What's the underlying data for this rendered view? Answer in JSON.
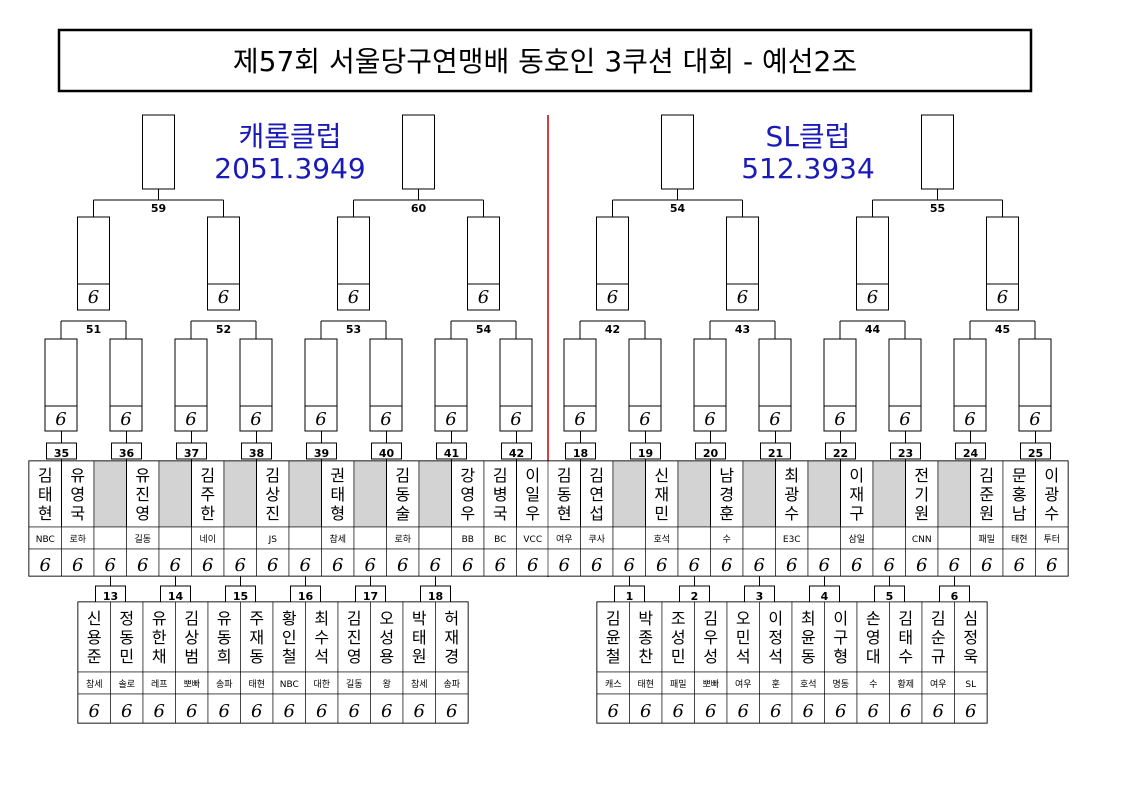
{
  "title": "제57회 서울당구연맹배 동호인 3쿠션 대회 - 예선2조",
  "clubs": [
    {
      "name": "캐롬클럽",
      "score": "2051.3949"
    },
    {
      "name": "SL클럽",
      "score": "512.3934"
    }
  ],
  "score_mark": "6",
  "left_top": {
    "round2_nums": [
      "59",
      "60"
    ],
    "round1_nums": [
      "51",
      "52",
      "53",
      "54"
    ]
  },
  "right_top": {
    "round2_nums": [
      "54",
      "55"
    ],
    "round1_nums": [
      "42",
      "43",
      "44",
      "45"
    ]
  },
  "middle_left": [
    {
      "num": "35",
      "a": {
        "name": "김태현",
        "aff": "NBC"
      },
      "b": {
        "name": "유영국",
        "aff": "로하"
      }
    },
    {
      "num": "36",
      "a": {
        "name": "",
        "aff": ""
      },
      "b": {
        "name": "유진영",
        "aff": "길동"
      }
    },
    {
      "num": "37",
      "a": {
        "name": "",
        "aff": ""
      },
      "b": {
        "name": "김주한",
        "aff": "네이"
      }
    },
    {
      "num": "38",
      "a": {
        "name": "",
        "aff": ""
      },
      "b": {
        "name": "김상진",
        "aff": "JS"
      }
    },
    {
      "num": "39",
      "a": {
        "name": "",
        "aff": ""
      },
      "b": {
        "name": "권태형",
        "aff": "참세"
      }
    },
    {
      "num": "40",
      "a": {
        "name": "",
        "aff": ""
      },
      "b": {
        "name": "김동술",
        "aff": "로하"
      }
    },
    {
      "num": "41",
      "a": {
        "name": "",
        "aff": ""
      },
      "b": {
        "name": "강영우",
        "aff": "BB"
      }
    },
    {
      "num": "42",
      "a": {
        "name": "김병국",
        "aff": "BC"
      },
      "b": {
        "name": "이일우",
        "aff": "VCC"
      }
    }
  ],
  "middle_right": [
    {
      "num": "18",
      "a": {
        "name": "김동현",
        "aff": "여우"
      },
      "b": {
        "name": "김연섭",
        "aff": "쿠사"
      }
    },
    {
      "num": "19",
      "a": {
        "name": "",
        "aff": ""
      },
      "b": {
        "name": "신재민",
        "aff": "호석"
      }
    },
    {
      "num": "20",
      "a": {
        "name": "",
        "aff": ""
      },
      "b": {
        "name": "남경훈",
        "aff": "수"
      }
    },
    {
      "num": "21",
      "a": {
        "name": "",
        "aff": ""
      },
      "b": {
        "name": "최광수",
        "aff": "E3C"
      }
    },
    {
      "num": "22",
      "a": {
        "name": "",
        "aff": ""
      },
      "b": {
        "name": "이재구",
        "aff": "삼일"
      }
    },
    {
      "num": "23",
      "a": {
        "name": "",
        "aff": ""
      },
      "b": {
        "name": "전기원",
        "aff": "CNN"
      }
    },
    {
      "num": "24",
      "a": {
        "name": "",
        "aff": ""
      },
      "b": {
        "name": "김준원",
        "aff": "패밀"
      }
    },
    {
      "num": "25",
      "a": {
        "name": "문홍남",
        "aff": "태현"
      },
      "b": {
        "name": "이광수",
        "aff": "투터"
      }
    }
  ],
  "bottom_left": [
    {
      "num": "13",
      "a": {
        "name": "신용준",
        "aff": "참세"
      },
      "b": {
        "name": "정동민",
        "aff": "솔로"
      }
    },
    {
      "num": "14",
      "a": {
        "name": "유한채",
        "aff": "레프"
      },
      "b": {
        "name": "김상범",
        "aff": "뽀빠"
      }
    },
    {
      "num": "15",
      "a": {
        "name": "유동희",
        "aff": "송파"
      },
      "b": {
        "name": "주재동",
        "aff": "태현"
      }
    },
    {
      "num": "16",
      "a": {
        "name": "황인철",
        "aff": "NBC"
      },
      "b": {
        "name": "최수석",
        "aff": "대한"
      }
    },
    {
      "num": "17",
      "a": {
        "name": "김진영",
        "aff": "길동"
      },
      "b": {
        "name": "오성용",
        "aff": "왕"
      }
    },
    {
      "num": "18",
      "a": {
        "name": "박태원",
        "aff": "참세"
      },
      "b": {
        "name": "허재경",
        "aff": "송파"
      }
    }
  ],
  "bottom_right": [
    {
      "num": "1",
      "a": {
        "name": "김윤철",
        "aff": "캐스"
      },
      "b": {
        "name": "박종찬",
        "aff": "태현"
      }
    },
    {
      "num": "2",
      "a": {
        "name": "조성민",
        "aff": "패밀"
      },
      "b": {
        "name": "김우성",
        "aff": "뽀빠"
      }
    },
    {
      "num": "3",
      "a": {
        "name": "오민석",
        "aff": "여우"
      },
      "b": {
        "name": "이정석",
        "aff": "훈"
      }
    },
    {
      "num": "4",
      "a": {
        "name": "최윤동",
        "aff": "호석"
      },
      "b": {
        "name": "이구형",
        "aff": "명동"
      }
    },
    {
      "num": "5",
      "a": {
        "name": "손영대",
        "aff": "수"
      },
      "b": {
        "name": "김태수",
        "aff": "황제"
      }
    },
    {
      "num": "6",
      "a": {
        "name": "김순규",
        "aff": "여우"
      },
      "b": {
        "name": "심정욱",
        "aff": "SL"
      }
    }
  ]
}
